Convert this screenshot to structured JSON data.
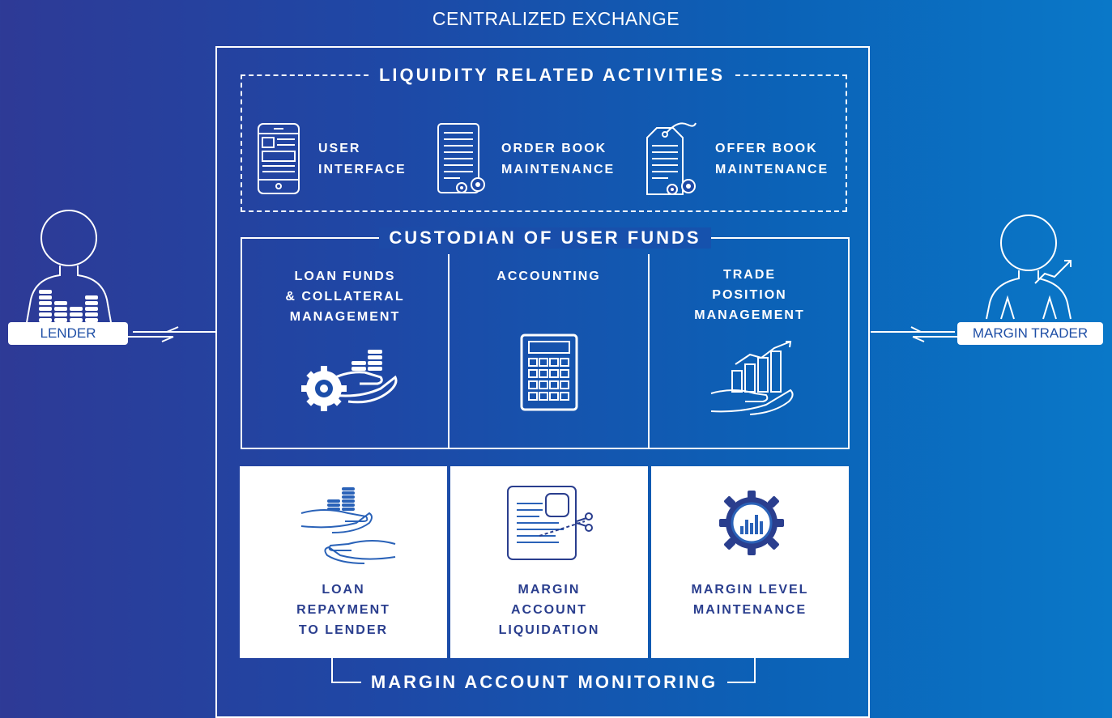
{
  "diagram": {
    "title": "CENTRALIZED EXCHANGE",
    "liquidity": {
      "title": "LIQUIDITY RELATED ACTIVITIES",
      "items": [
        {
          "line1": "USER",
          "line2": "INTERFACE",
          "icon": "mobile-phone-icon"
        },
        {
          "line1": "ORDER BOOK",
          "line2": "MAINTENANCE",
          "icon": "document-gears-icon"
        },
        {
          "line1": "OFFER BOOK",
          "line2": "MAINTENANCE",
          "icon": "tag-gears-icon"
        }
      ]
    },
    "custodian": {
      "title": "CUSTODIAN OF USER FUNDS",
      "items": [
        {
          "lines": [
            "LOAN FUNDS",
            "& COLLATERAL",
            "MANAGEMENT"
          ],
          "icon": "hand-coins-gear-icon"
        },
        {
          "lines": [
            "ACCOUNTING"
          ],
          "icon": "calculator-icon"
        },
        {
          "lines": [
            "TRADE",
            "POSITION",
            "MANAGEMENT"
          ],
          "icon": "hand-chart-icon"
        }
      ]
    },
    "monitoring": {
      "title": "MARGIN ACCOUNT MONITORING",
      "items": [
        {
          "lines": [
            "LOAN",
            "REPAYMENT",
            "TO LENDER"
          ],
          "icon": "hands-coins-icon"
        },
        {
          "lines": [
            "MARGIN",
            "ACCOUNT",
            "LIQUIDATION"
          ],
          "icon": "document-scissors-icon"
        },
        {
          "lines": [
            "MARGIN LEVEL",
            "MAINTENANCE"
          ],
          "icon": "gear-chart-icon"
        }
      ]
    },
    "actors": {
      "lender": {
        "label": "LENDER",
        "icon": "lender-person-icon"
      },
      "trader": {
        "label": "MARGIN TRADER",
        "icon": "trader-person-icon"
      }
    },
    "colors": {
      "background_left": "#2e3a96",
      "background_right": "#0a78c8",
      "card_text": "#2a3e8e",
      "icon_blue": "#2a62b8"
    }
  }
}
